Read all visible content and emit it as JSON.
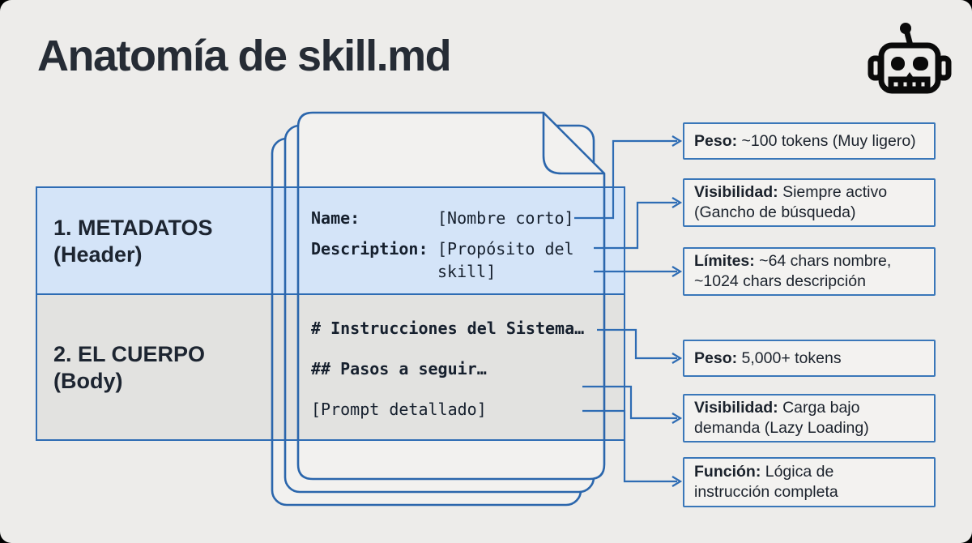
{
  "title": "Anatomía de skill.md",
  "icons": {
    "robot": "robot-icon"
  },
  "sections": {
    "metadata": {
      "number_label": "1. METADATOS",
      "sub_label": "(Header)"
    },
    "body": {
      "number_label": "2. EL CUERPO",
      "sub_label": "(Body)"
    }
  },
  "document": {
    "metadata_rows": [
      {
        "label": "Name:",
        "value": "[Nombre corto]"
      },
      {
        "label": "Description:",
        "value_line1": "[Propósito del",
        "value_line2": "skill]"
      }
    ],
    "body_lines": [
      "# Instrucciones del Sistema…",
      "## Pasos a seguir…",
      "[Prompt detallado]"
    ]
  },
  "callouts": [
    {
      "label": "Peso:",
      "text": " ~100 tokens (Muy ligero)"
    },
    {
      "label": "Visibilidad:",
      "text": " Siempre activo\n(Gancho de búsqueda)"
    },
    {
      "label": "Límites:",
      "text": " ~64 chars nombre,\n~1024 chars descripción"
    },
    {
      "label": "Peso:",
      "text": " 5,000+ tokens"
    },
    {
      "label": "Visibilidad:",
      "text": " Carga bajo\ndemanda (Lazy Loading)"
    },
    {
      "label": "Función:",
      "text": " Lógica de\ninstrucción completa"
    }
  ],
  "colors": {
    "background": "#EDECEA",
    "stroke_blue": "#2E6CB4",
    "metadata_band_fill": "#D4E4F8",
    "body_band_fill": "#E2E2E0",
    "callout_fill": "#F3F2F0",
    "callout_border": "#3A77B9",
    "text_dark": "#1B222C",
    "title_color": "#262C35"
  }
}
